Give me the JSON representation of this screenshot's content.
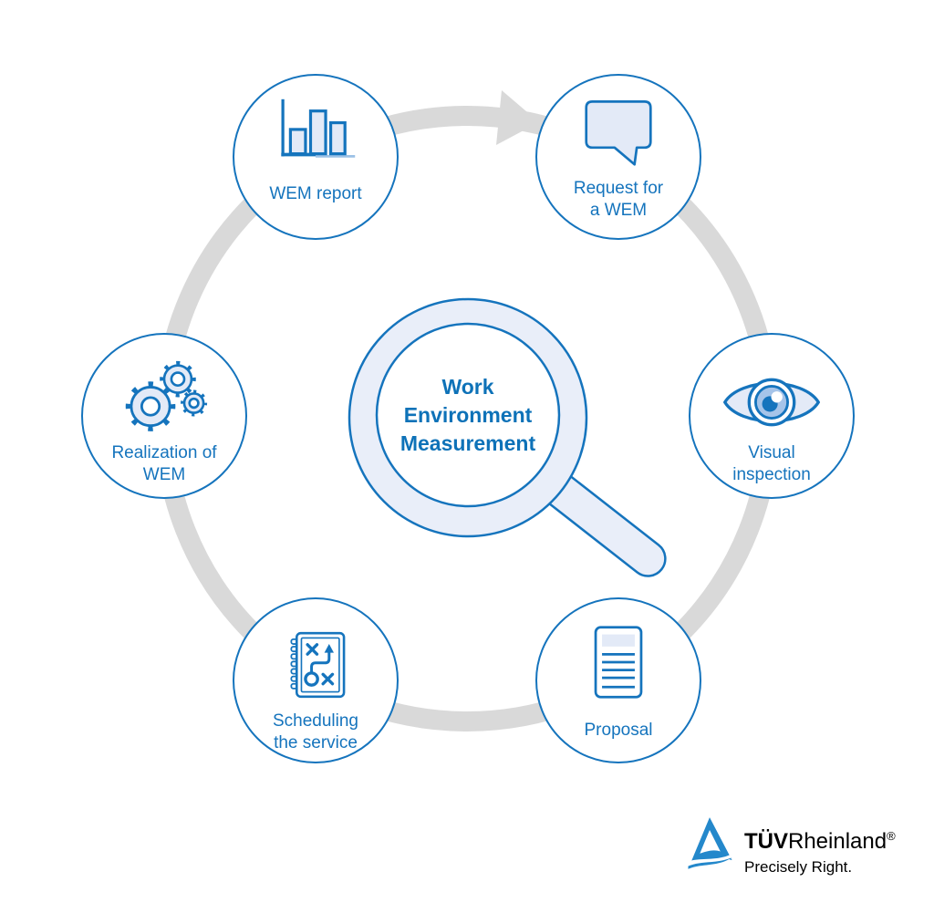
{
  "center": {
    "lines": [
      "Work",
      "Environment",
      "Measurement"
    ]
  },
  "nodes": [
    {
      "id": "request",
      "icon": "speech-bubble-icon",
      "lines": [
        "Request for",
        "a WEM"
      ]
    },
    {
      "id": "visual",
      "icon": "eye-icon",
      "lines": [
        "Visual",
        "inspection"
      ]
    },
    {
      "id": "proposal",
      "icon": "document-icon",
      "lines": [
        "Proposal"
      ]
    },
    {
      "id": "scheduling",
      "icon": "strategy-notebook-icon",
      "lines": [
        "Scheduling",
        "the service"
      ]
    },
    {
      "id": "realization",
      "icon": "gears-icon",
      "lines": [
        "Realization of",
        "WEM"
      ]
    },
    {
      "id": "report",
      "icon": "bar-chart-icon",
      "lines": [
        "WEM report"
      ]
    }
  ],
  "logo": {
    "brand_bold": "TÜV",
    "brand_regular": "Rheinland",
    "registered_mark": "®",
    "tagline": "Precisely Right."
  },
  "colors": {
    "primary_blue": "#1574bd",
    "dark_text_blue": "#0e72b8",
    "light_blue_fill": "#e3eaf7",
    "magnifier_fill": "#e9eef9",
    "iris_blue": "#a6c4e9",
    "ring_gray": "#d9d9d9",
    "logo_blue": "#2488cb"
  }
}
